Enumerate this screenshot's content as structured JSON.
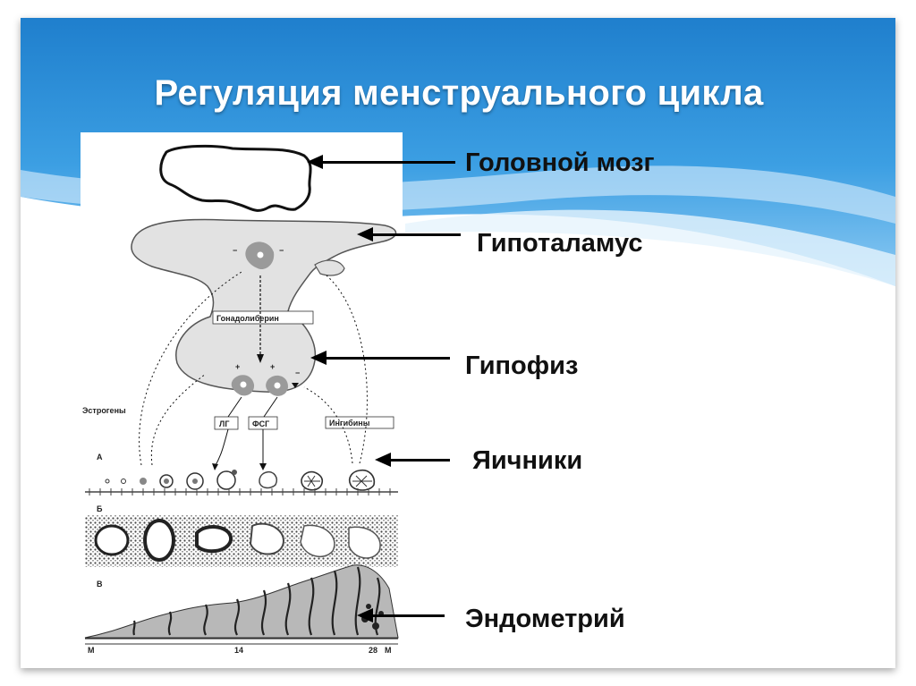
{
  "slide": {
    "title": "Регуляция менструального цикла"
  },
  "labels": [
    {
      "id": "brain",
      "text": "Головной мозг"
    },
    {
      "id": "hypothalamus",
      "text": "Гипоталамус"
    },
    {
      "id": "pituitary",
      "text": "Гипофиз"
    },
    {
      "id": "ovaries",
      "text": "Яичники"
    },
    {
      "id": "endometrium",
      "text": "Эндометрий"
    }
  ],
  "diagram": {
    "gonadoliberin": "Гонадолиберин",
    "estrogens": "Эстрогены",
    "inhibins": "Ингибины",
    "lh": "ЛГ",
    "fsh": "ФСГ",
    "section_a": "А",
    "section_b": "Б",
    "section_v": "В",
    "menses": "М",
    "day_14": "14",
    "day_28": "28"
  },
  "colors": {
    "header_blue": "#2e8fd6",
    "shape_fill": "#e2e2e2",
    "gland_fill": "#9a9a9a"
  }
}
